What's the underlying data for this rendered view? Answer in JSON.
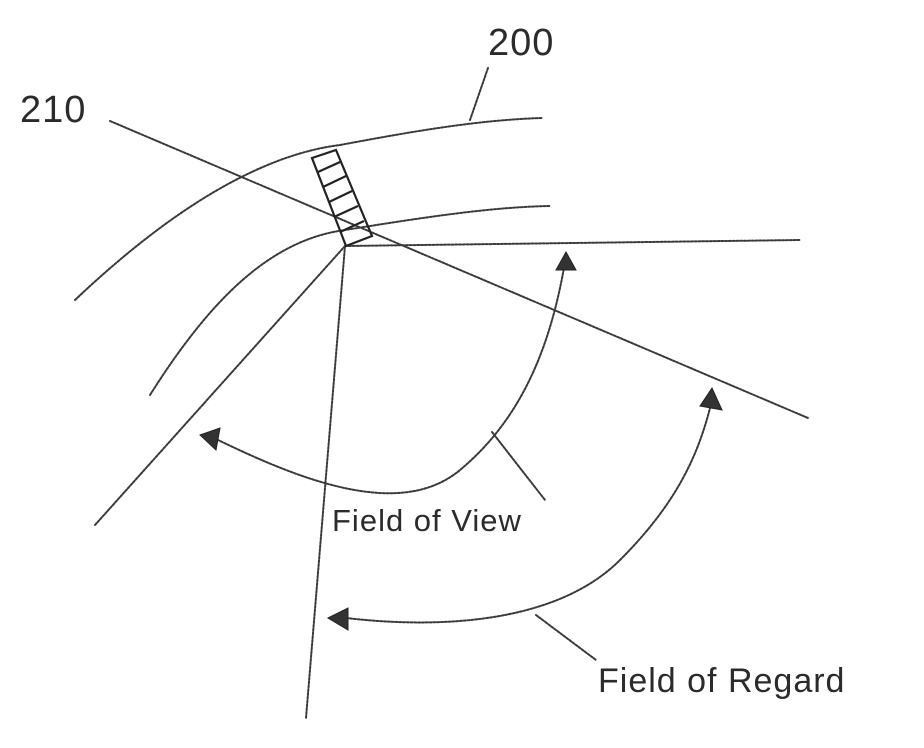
{
  "labels": {
    "ref_200": "200",
    "ref_210": "210",
    "field_of_view": "Field of View",
    "field_of_regard": "Field of Regard"
  },
  "style": {
    "line_color": "#3a3a3a",
    "background": "#ffffff"
  }
}
